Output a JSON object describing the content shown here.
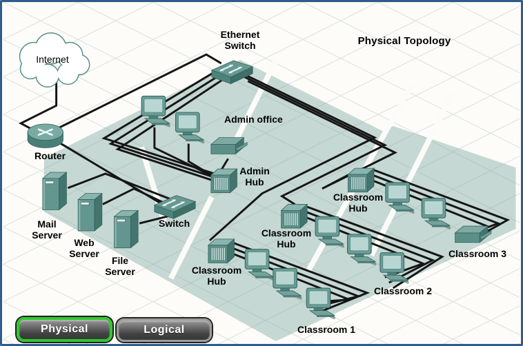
{
  "title": "Physical Topology",
  "nodes": {
    "internet": "Internet",
    "router": "Router",
    "ethernet_switch": "Ethernet Switch",
    "admin_office": "Admin office",
    "admin_hub": "Admin Hub",
    "switch": "Switch",
    "mail_server": "Mail Server",
    "web_server": "Web Server",
    "file_server": "File Server",
    "classroom_hub_1": "Classroom Hub",
    "classroom_hub_2": "Classroom Hub",
    "classroom_hub_3": "Classroom Hub",
    "classroom_1": "Classroom 1",
    "classroom_2": "Classroom 2",
    "classroom_3": "Classroom 3"
  },
  "unlabeled_devices": {
    "admin_office_computers": 2,
    "admin_office_printers": 1,
    "classroom_1_computers": 3,
    "classroom_2_computers": 3,
    "classroom_3_computers": 2,
    "classroom_3_printers": 1
  },
  "links": [
    "Internet - Router",
    "Router - Ethernet Switch",
    "Router - Switch",
    "Switch - Mail Server",
    "Switch - Web Server",
    "Switch - File Server",
    "Ethernet Switch - Admin Hub",
    "Ethernet Switch - Classroom Hub 1",
    "Ethernet Switch - Classroom Hub 2",
    "Ethernet Switch - Classroom Hub 3",
    "Admin Hub - Admin office devices",
    "Classroom Hub 1 - Classroom 1 computers",
    "Classroom Hub 2 - Classroom 2 computers",
    "Classroom Hub 3 - Classroom 3 devices"
  ],
  "view_buttons": {
    "physical": "Physical",
    "logical": "Logical",
    "selected": "Physical"
  },
  "colors": {
    "floor": "#c6d8d3",
    "device": "#5f948e",
    "device_dark": "#44746e",
    "device_light": "#8ab4ae",
    "cable": "#151515",
    "window_border": "#2d5c8d",
    "active_button_outline": "#2fc82f"
  }
}
